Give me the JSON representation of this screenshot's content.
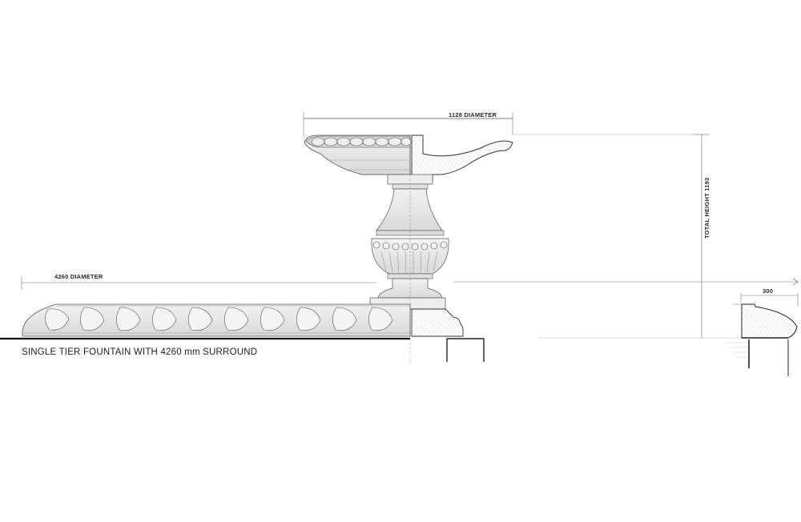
{
  "drawing": {
    "title": "SINGLE TIER FOUNTAIN WITH 4260 mm SURROUND",
    "dimensions": {
      "bowl_diameter": "1128 DIAMETER",
      "surround_diameter": "4260 DIAMETER",
      "total_height": "TOTAL HEIGHT 1193",
      "coping_width": "300"
    },
    "colors": {
      "background": "#ffffff",
      "line": "#333333",
      "hatch": "#bdbdbd",
      "stone": "#e8e8e8"
    }
  }
}
